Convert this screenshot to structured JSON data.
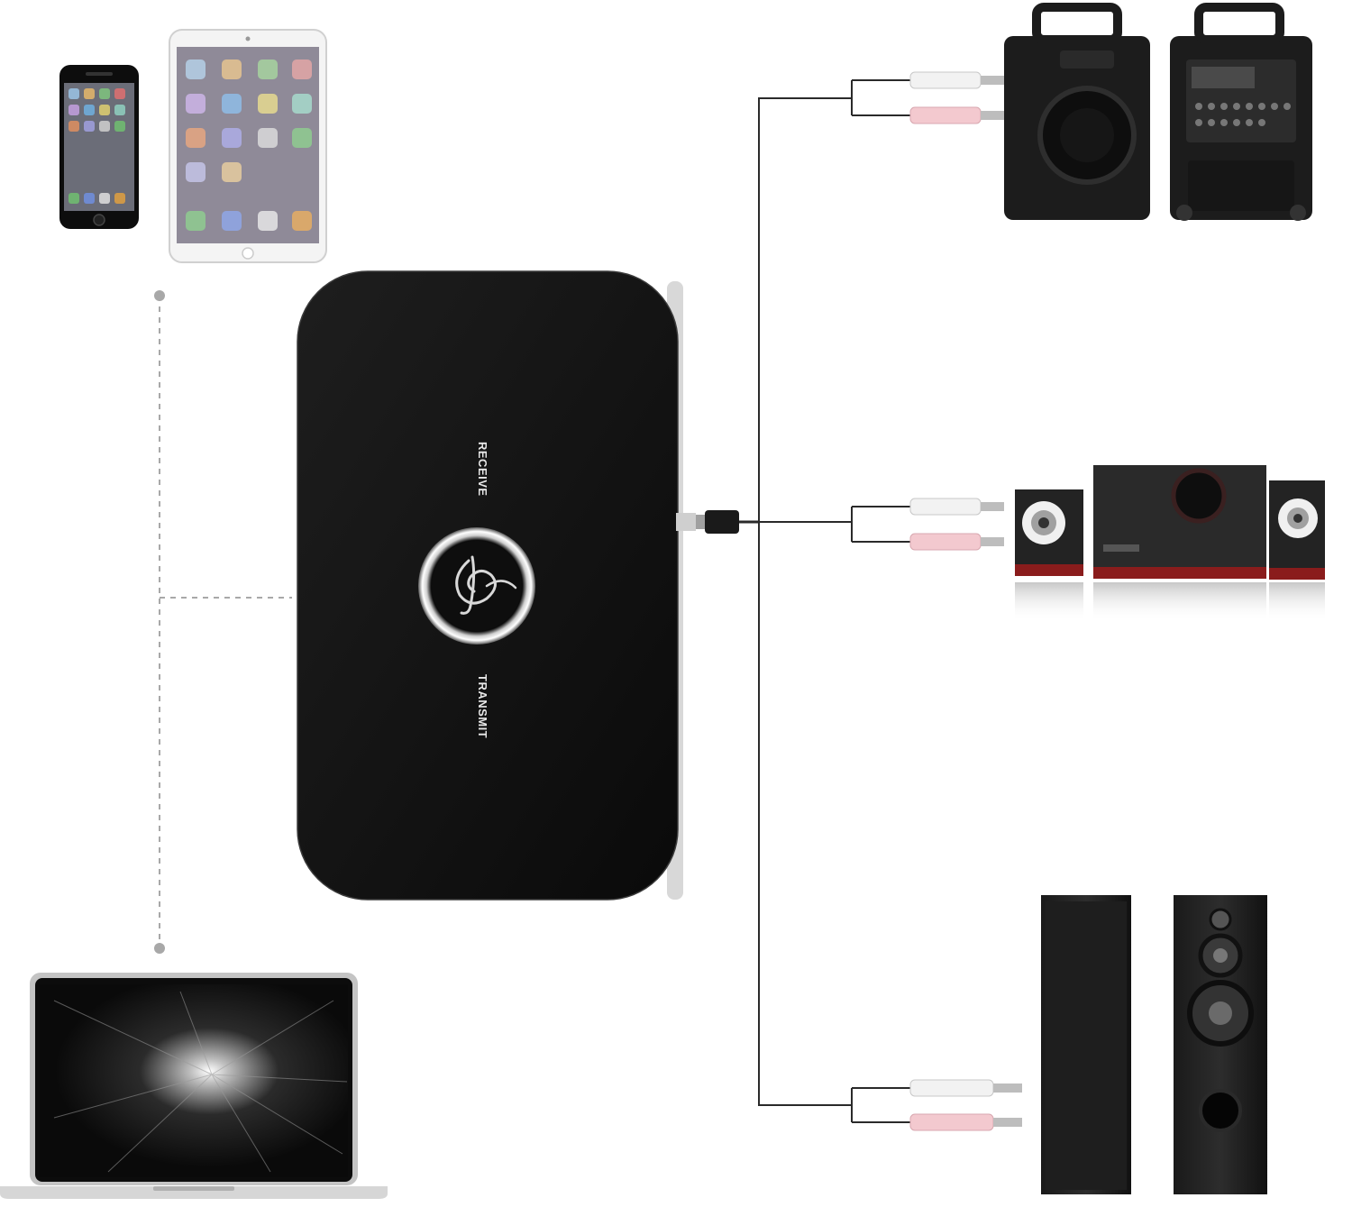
{
  "device": {
    "receive_label": "RECEIVE",
    "transmit_label": "TRANSMIT",
    "button_icon": "treble-clef-icon"
  },
  "sources": [
    {
      "name": "smartphone",
      "icon": "smartphone-icon"
    },
    {
      "name": "tablet",
      "icon": "tablet-icon"
    },
    {
      "name": "laptop",
      "icon": "laptop-icon"
    }
  ],
  "outputs": [
    {
      "name": "pa-speakers",
      "icon": "pa-speaker-icon"
    },
    {
      "name": "subwoofer-system",
      "icon": "subwoofer-system-icon"
    },
    {
      "name": "tower-speakers",
      "icon": "tower-speaker-icon"
    }
  ],
  "colors": {
    "device_body": "#141414",
    "line": "#2a2a2a",
    "dashed_line": "#a8a8a8",
    "rca_white": "#f2f2f2",
    "rca_red": "#f3c9cf"
  }
}
